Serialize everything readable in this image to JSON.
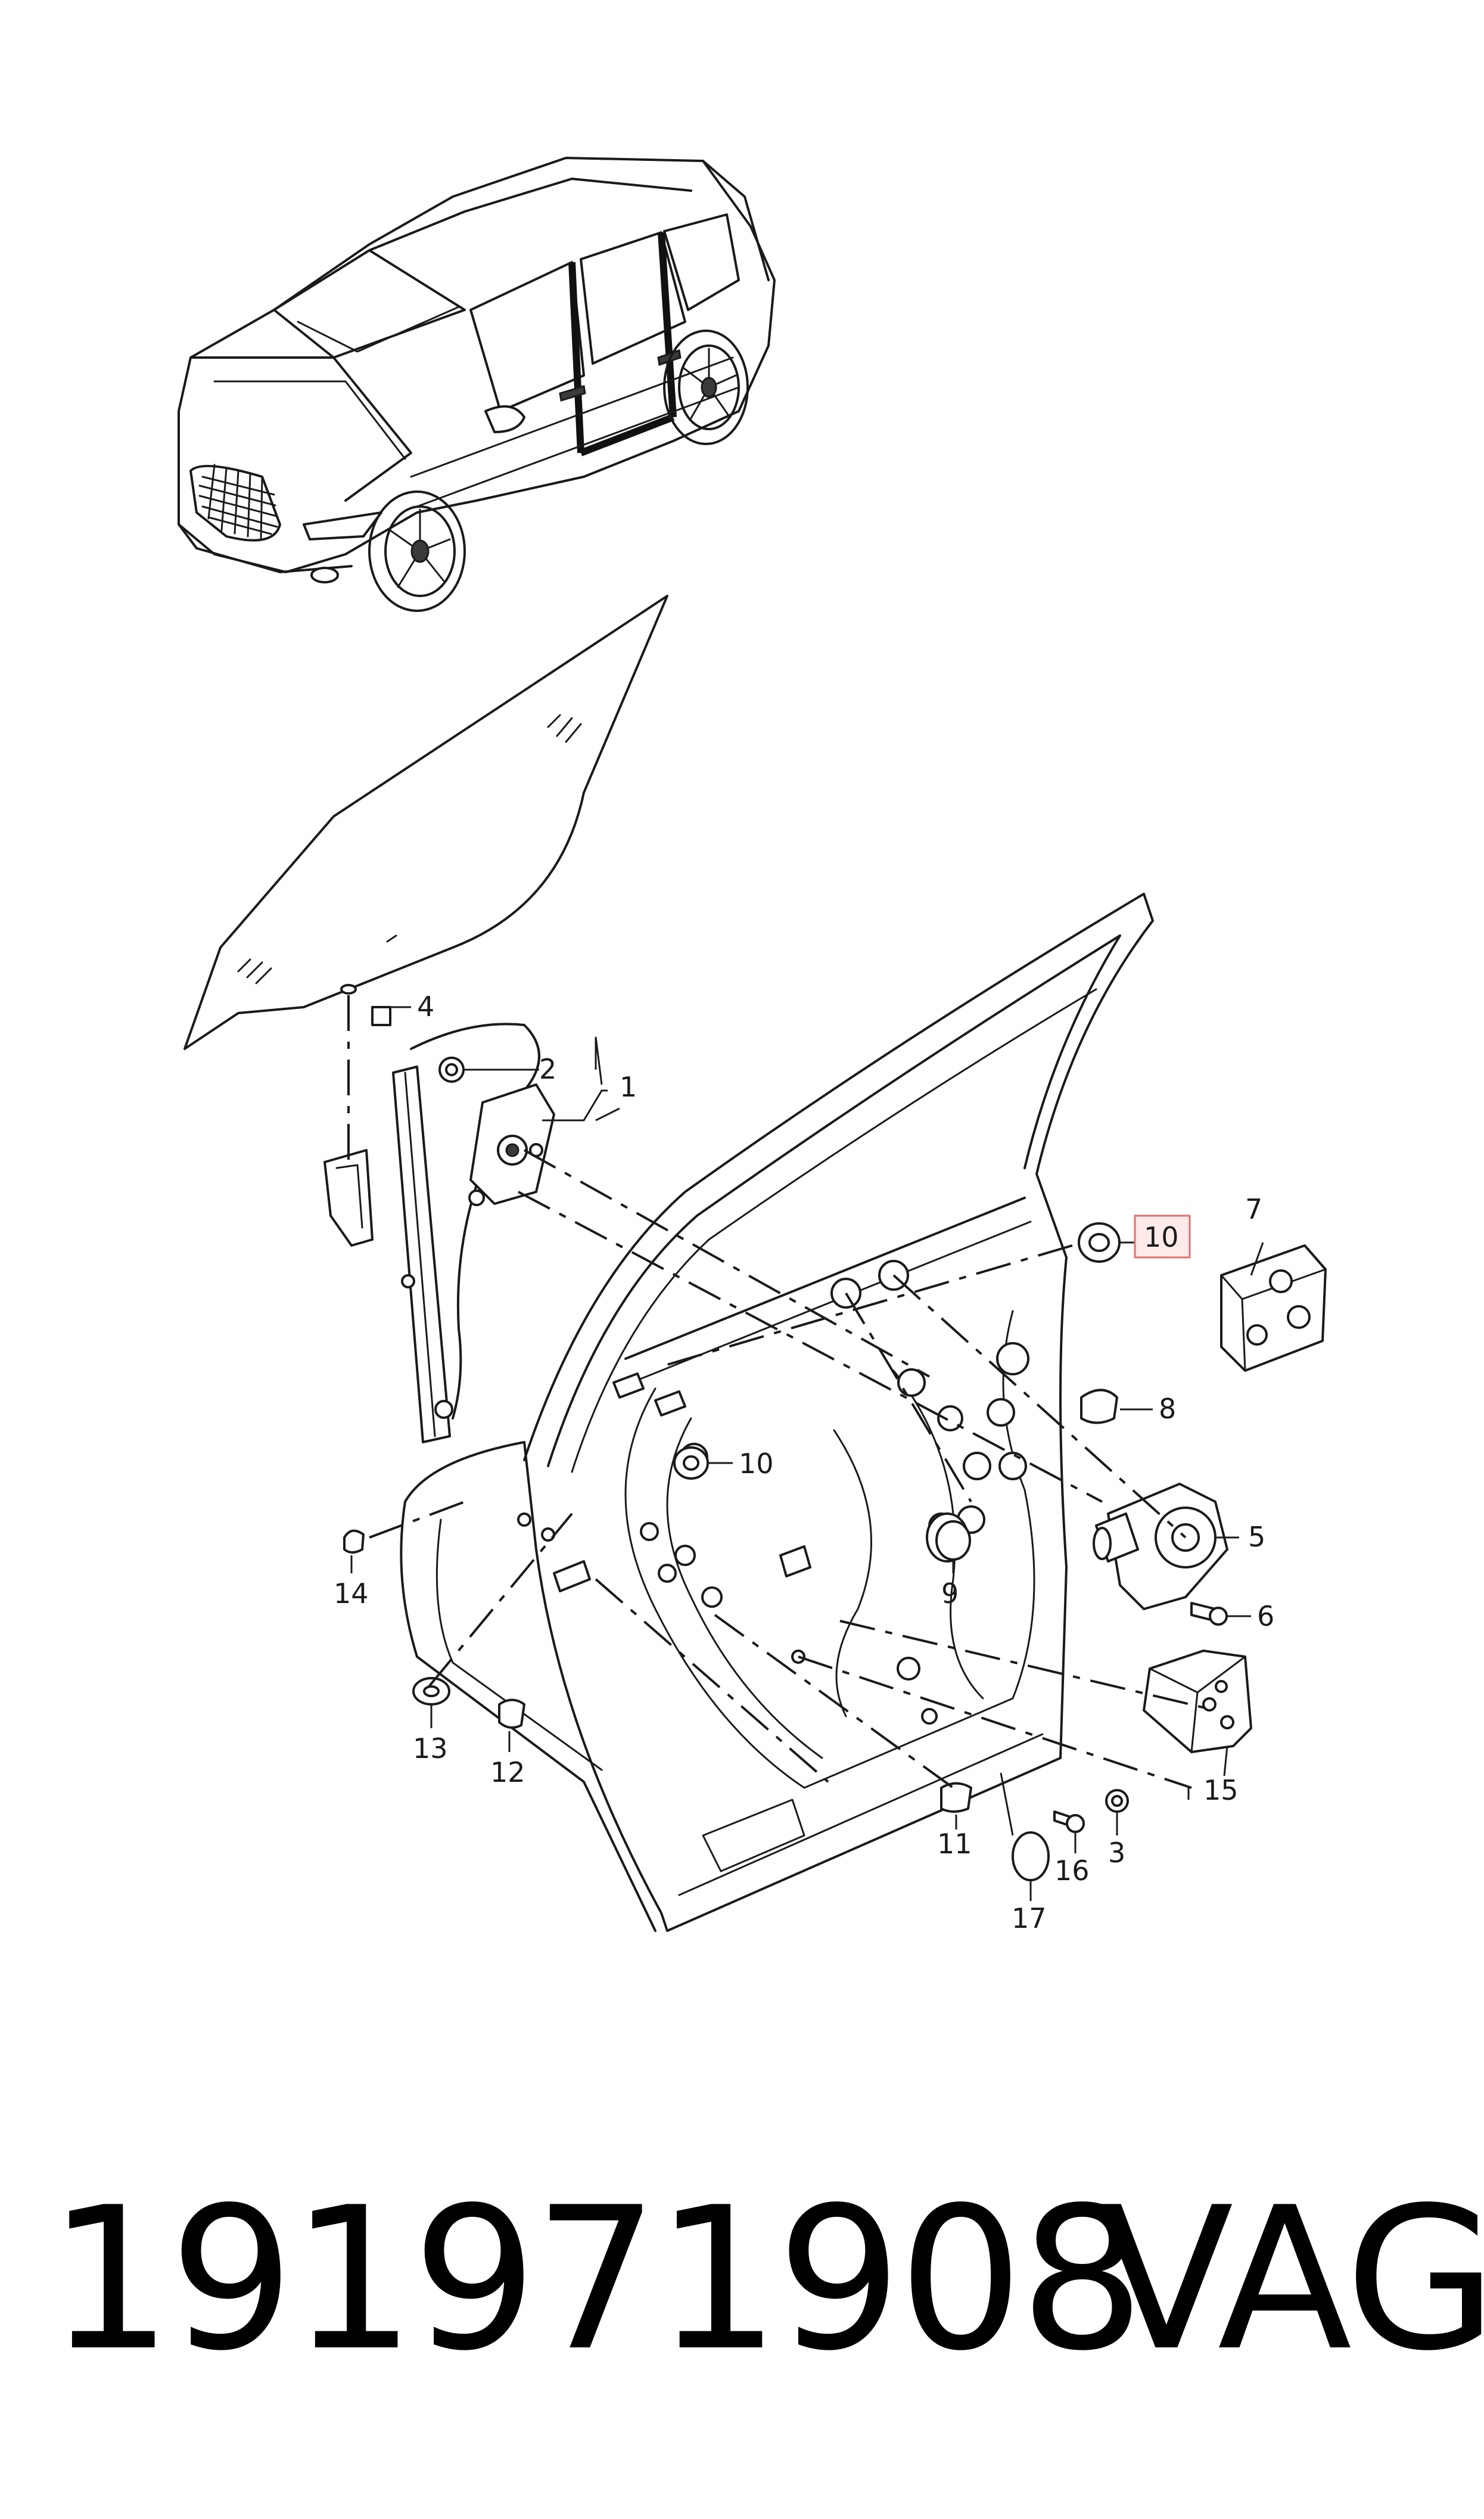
{
  "callouts": [
    {
      "id": "1",
      "text": "1"
    },
    {
      "id": "2",
      "text": "2"
    },
    {
      "id": "3",
      "text": "3"
    },
    {
      "id": "4",
      "text": "4"
    },
    {
      "id": "5",
      "text": "5"
    },
    {
      "id": "6",
      "text": "6"
    },
    {
      "id": "7",
      "text": "7"
    },
    {
      "id": "8",
      "text": "8"
    },
    {
      "id": "9",
      "text": "9"
    },
    {
      "id": "10a",
      "text": "10",
      "highlighted": true
    },
    {
      "id": "10b",
      "text": "10"
    },
    {
      "id": "11",
      "text": "11"
    },
    {
      "id": "12",
      "text": "12"
    },
    {
      "id": "13",
      "text": "13"
    },
    {
      "id": "14",
      "text": "14"
    },
    {
      "id": "15",
      "text": "15"
    },
    {
      "id": "16",
      "text": "16"
    },
    {
      "id": "17",
      "text": "17"
    }
  ],
  "footer": {
    "part_number": "191971908",
    "brand": "VAG"
  },
  "colors": {
    "line": "#1a1a1a",
    "highlight_border": "#e07070",
    "highlight_fill": "#ffeaea"
  }
}
